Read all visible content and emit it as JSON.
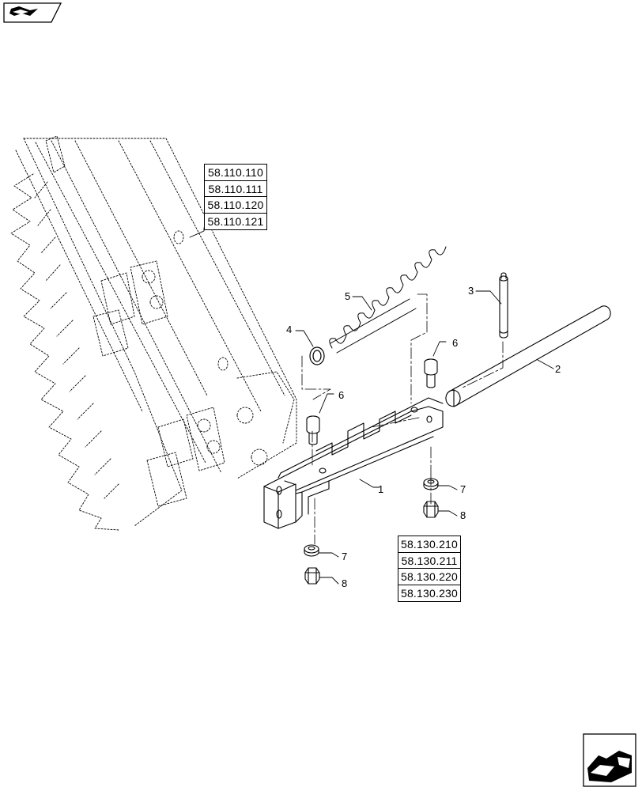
{
  "reference_groups": {
    "upper": [
      "58.110.110",
      "58.110.111",
      "58.110.120",
      "58.110.121"
    ],
    "lower": [
      "58.130.210",
      "58.130.211",
      "58.130.220",
      "58.130.230"
    ]
  },
  "callouts": {
    "c1": "1",
    "c2": "2",
    "c3": "3",
    "c4": "4",
    "c5": "5",
    "c6a": "6",
    "c6b": "6",
    "c7a": "7",
    "c7b": "7",
    "c8a": "8",
    "c8b": "8"
  },
  "icons": {
    "prev": "previous-page-icon",
    "next": "next-page-icon"
  },
  "colors": {
    "line": "#000000",
    "background": "#ffffff"
  }
}
